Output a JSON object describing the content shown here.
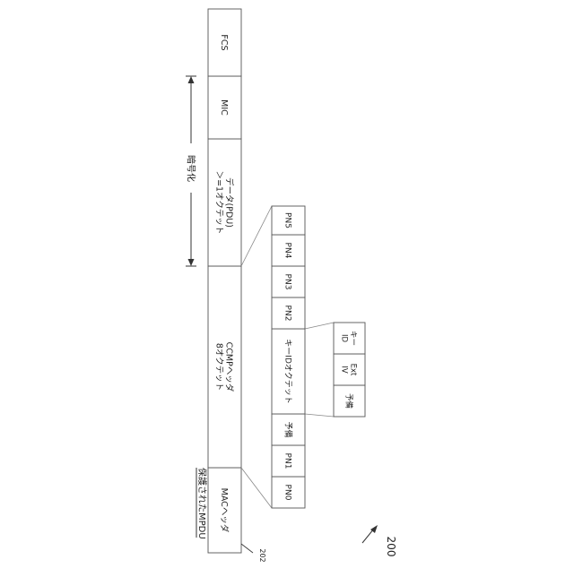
{
  "figure_label": "200",
  "ref_label": "202",
  "mpdu_title": "保護されたMPDU",
  "encryption_label": "暗号化",
  "frame_fields": [
    {
      "id": "mac-header",
      "lines": [
        "MACヘッダ"
      ]
    },
    {
      "id": "ccmp-header",
      "lines": [
        "CCMPヘッダ",
        "8オクテット"
      ]
    },
    {
      "id": "data-pdu",
      "lines": [
        "データ(PDU)",
        "＞=1オクテット"
      ]
    },
    {
      "id": "mic",
      "lines": [
        "MIC"
      ]
    },
    {
      "id": "fcs",
      "lines": [
        "FCS"
      ]
    }
  ],
  "ccmp_fields": [
    {
      "id": "pn0",
      "lines": [
        "PN0"
      ]
    },
    {
      "id": "pn1",
      "lines": [
        "PN1"
      ]
    },
    {
      "id": "reserved",
      "lines": [
        "予備"
      ]
    },
    {
      "id": "key-id-octet",
      "lines": [
        "キーIDオクテット"
      ]
    },
    {
      "id": "pn2",
      "lines": [
        "PN2"
      ]
    },
    {
      "id": "pn3",
      "lines": [
        "PN3"
      ]
    },
    {
      "id": "pn4",
      "lines": [
        "PN4"
      ]
    },
    {
      "id": "pn5",
      "lines": [
        "PN5"
      ]
    }
  ],
  "keyid_fields": [
    {
      "id": "keyid-reserved",
      "lines": [
        "予備"
      ]
    },
    {
      "id": "ext-iv",
      "lines": [
        "Ext",
        "IV"
      ]
    },
    {
      "id": "key-id",
      "lines": [
        "キー",
        "ID"
      ]
    }
  ]
}
